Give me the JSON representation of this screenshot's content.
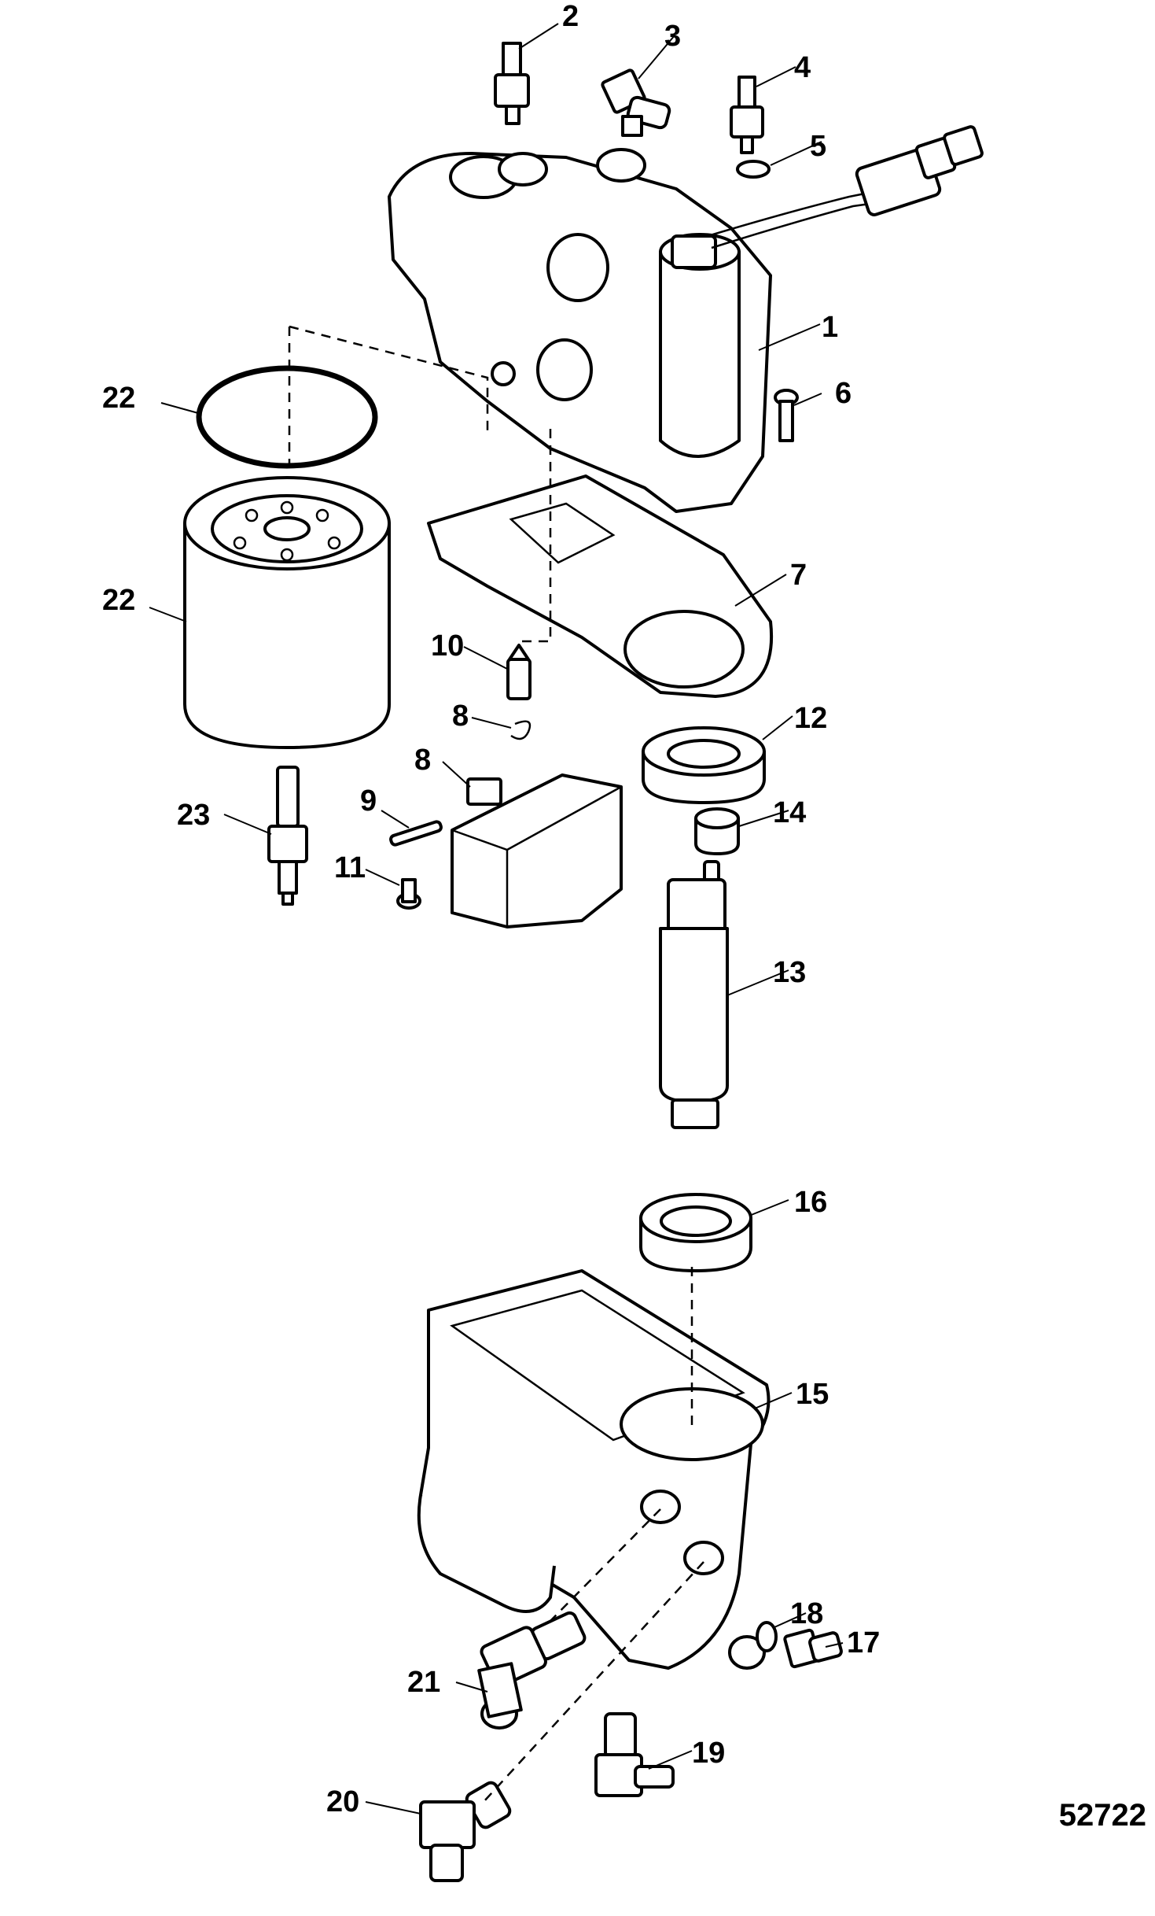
{
  "figure_number": "52722",
  "callouts": [
    {
      "id": "1",
      "label": "1"
    },
    {
      "id": "2",
      "label": "2"
    },
    {
      "id": "3",
      "label": "3"
    },
    {
      "id": "4",
      "label": "4"
    },
    {
      "id": "5",
      "label": "5"
    },
    {
      "id": "6",
      "label": "6"
    },
    {
      "id": "7",
      "label": "7"
    },
    {
      "id": "8a",
      "label": "8"
    },
    {
      "id": "8b",
      "label": "8"
    },
    {
      "id": "9",
      "label": "9"
    },
    {
      "id": "10",
      "label": "10"
    },
    {
      "id": "11",
      "label": "11"
    },
    {
      "id": "12",
      "label": "12"
    },
    {
      "id": "13",
      "label": "13"
    },
    {
      "id": "14",
      "label": "14"
    },
    {
      "id": "15",
      "label": "15"
    },
    {
      "id": "16",
      "label": "16"
    },
    {
      "id": "17",
      "label": "17"
    },
    {
      "id": "18",
      "label": "18"
    },
    {
      "id": "19",
      "label": "19"
    },
    {
      "id": "20",
      "label": "20"
    },
    {
      "id": "21",
      "label": "21"
    },
    {
      "id": "22a",
      "label": "22"
    },
    {
      "id": "22b",
      "label": "22"
    },
    {
      "id": "23",
      "label": "23"
    }
  ]
}
